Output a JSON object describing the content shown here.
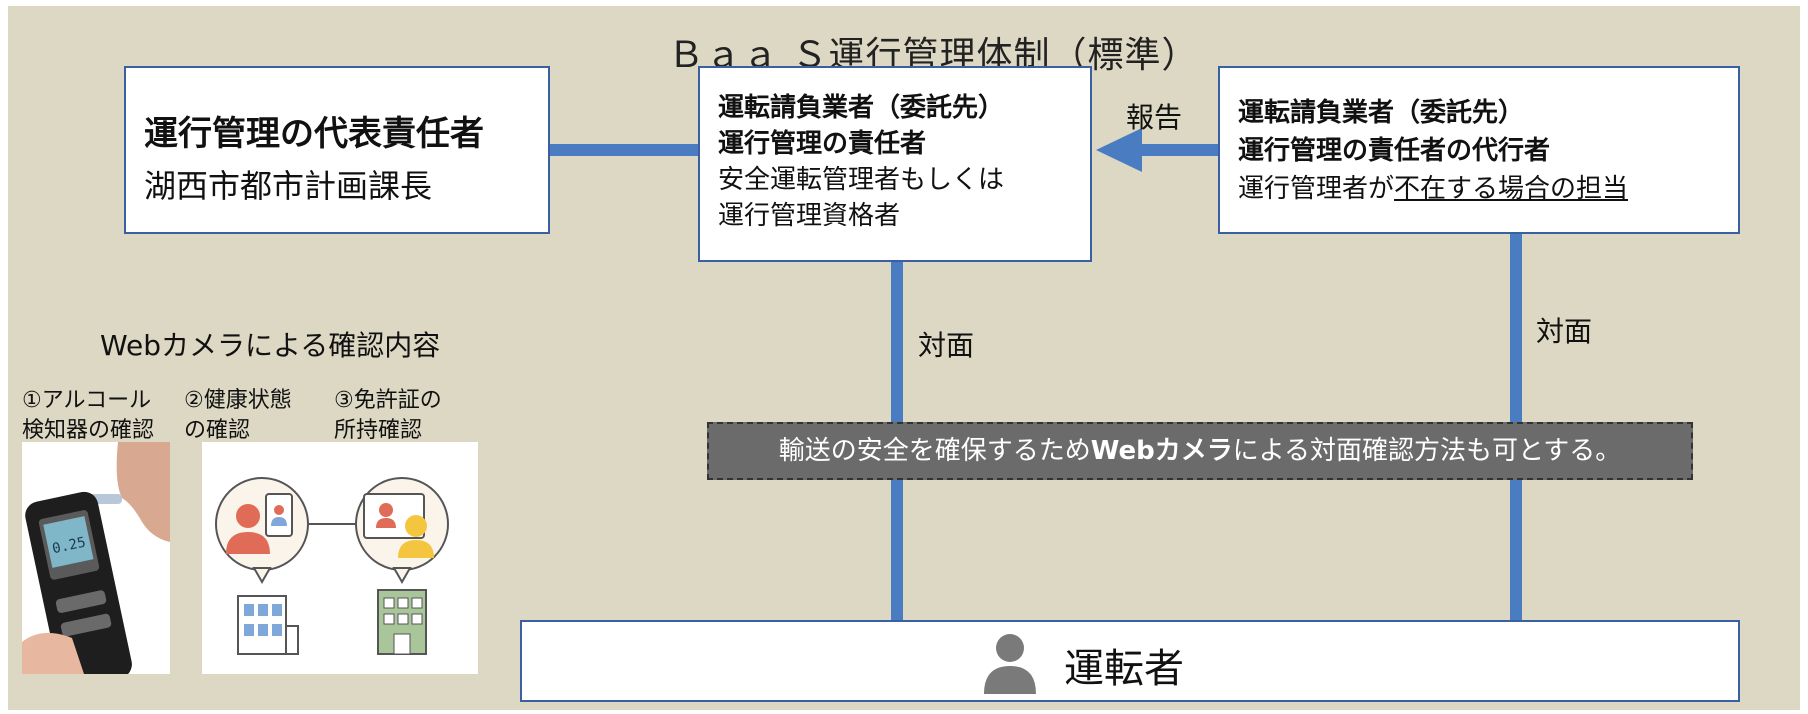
{
  "title": "Ｂａａ Ｓ運行管理体制（標準）",
  "box_representative": {
    "line1": "運行管理の代表責任者",
    "line2": "湖西市都市計画課長"
  },
  "box_contractor": {
    "line1": "運転請負業者（委託先）",
    "line2": "運行管理の責任者",
    "line3": "安全運転管理者もしくは",
    "line4": "運行管理資格者"
  },
  "box_deputy": {
    "line1": "運転請負業者（委託先）",
    "line2": "運行管理の責任者の代行者",
    "line3_prefix": "運行管理者が",
    "line3_underlined": "不在する場合の担当"
  },
  "report_label": "報告",
  "face_to_face_left": "対面",
  "face_to_face_right": "対面",
  "banner": {
    "before": "輸送の安全を確保するため",
    "bold": "Webカメラ",
    "after": "による対面確認方法も可とする。"
  },
  "driver_label": "運転者",
  "webcam_heading": "Webカメラによる確認内容",
  "checks": {
    "alcohol_1": "①アルコール",
    "alcohol_2": "検知器の確認",
    "health_1": "②健康状態",
    "health_2": "の確認",
    "license_1": "③免許証の",
    "license_2": "所持確認"
  },
  "breathalyzer_display": "0.25",
  "colors": {
    "background": "#ddd8c3",
    "connector_blue": "#4a7cc2",
    "box_border": "#3b5fa3",
    "banner_gray": "#6b6b6b",
    "person_gray": "#7a7a7a"
  }
}
